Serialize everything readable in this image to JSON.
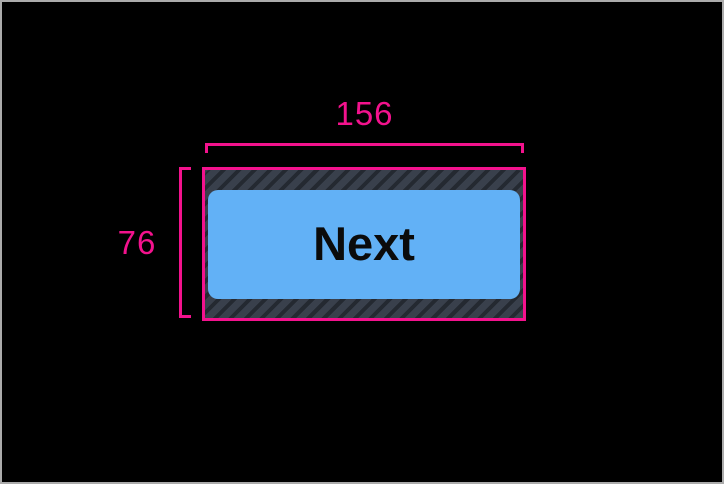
{
  "canvas": {
    "background": "#000000",
    "frame_border": "#ababab"
  },
  "colors": {
    "canvas-bg": "#000000",
    "frame-border": "#ababab",
    "accent": "#f3128d",
    "hatch-base": "#39404c",
    "hatch-stripe": "#242931",
    "button-fill": "#62b1f6",
    "button-text": "#0b0b0b"
  },
  "measurements": {
    "width_label": "156",
    "height_label": "76"
  },
  "button": {
    "label": "Next"
  }
}
